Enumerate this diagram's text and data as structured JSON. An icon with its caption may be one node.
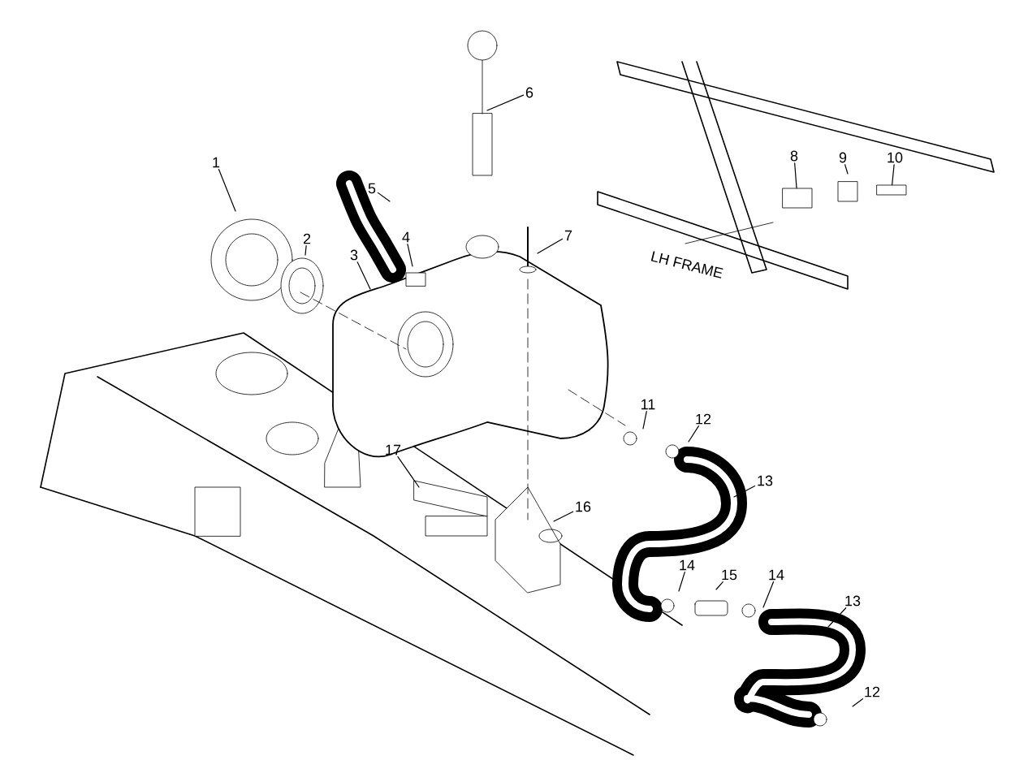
{
  "diagram": {
    "nodes": [
      {
        "text": [
          "1"
        ]
      },
      {
        "text": [
          "2"
        ]
      },
      {
        "text": [
          "3"
        ]
      },
      {
        "text": [
          "4"
        ]
      },
      {
        "text": [
          "5"
        ]
      },
      {
        "text": [
          "6"
        ]
      },
      {
        "text": [
          "7"
        ]
      },
      {
        "text": [
          "8"
        ]
      },
      {
        "text": [
          "9"
        ]
      },
      {
        "text": [
          "10"
        ]
      },
      {
        "text": [
          "11"
        ]
      },
      {
        "text": [
          "12"
        ]
      },
      {
        "text": [
          "13"
        ]
      },
      {
        "text": [
          "14"
        ]
      },
      {
        "text": [
          "15"
        ]
      },
      {
        "text": [
          "14"
        ]
      },
      {
        "text": [
          "13"
        ]
      },
      {
        "text": [
          "12"
        ]
      },
      {
        "text": [
          "17"
        ]
      },
      {
        "text": [
          "16"
        ]
      },
      {
        "text": [],
        "shape": "box"
      },
      {
        "text": [],
        "shape": "box"
      }
    ],
    "edges": [
      {
        "from": 0,
        "to": null,
        "arrow": "none"
      },
      {
        "from": 1,
        "to": null,
        "arrow": "none"
      },
      {
        "from": 2,
        "to": null,
        "arrow": "none"
      },
      {
        "from": 3,
        "to": null,
        "arrow": "none"
      },
      {
        "from": 4,
        "to": null,
        "arrow": "none"
      },
      {
        "from": 5,
        "to": null,
        "arrow": "none"
      },
      {
        "from": 6,
        "to": null,
        "arrow": "none"
      },
      {
        "from": 7,
        "to": 20,
        "arrow": "none"
      },
      {
        "from": 8,
        "to": null,
        "arrow": "none"
      },
      {
        "from": 9,
        "to": 21,
        "arrow": "none"
      },
      {
        "from": 10,
        "to": null,
        "arrow": "none"
      },
      {
        "from": 11,
        "to": null,
        "arrow": "none"
      },
      {
        "from": 12,
        "to": null,
        "arrow": "none"
      },
      {
        "from": 13,
        "to": null,
        "arrow": "none"
      },
      {
        "from": 14,
        "to": null,
        "arrow": "none"
      },
      {
        "from": 15,
        "to": null,
        "arrow": "none"
      },
      {
        "from": 16,
        "to": null,
        "arrow": "none"
      },
      {
        "from": 17,
        "to": null,
        "arrow": "none"
      },
      {
        "from": 18,
        "to": null,
        "arrow": "none"
      },
      {
        "from": 19,
        "to": null,
        "arrow": "none"
      }
    ],
    "labels": [
      "LH FRAME"
    ]
  }
}
